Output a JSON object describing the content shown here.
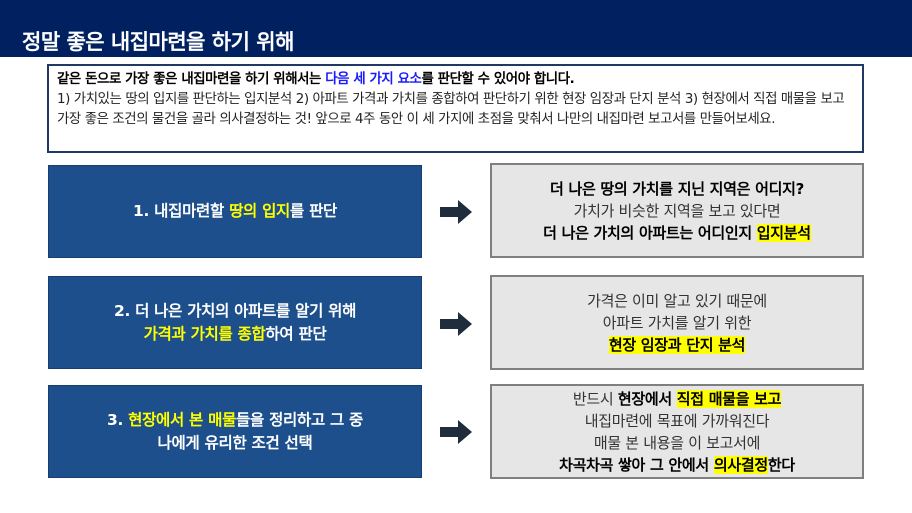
{
  "title": "정말 좋은 내집마련을 하기 위해",
  "intro": {
    "lead_a": "같은 돈으로 가장 좋은 내집마련을 하기 위해서는 ",
    "lead_blue": "다음 세 가지 요소",
    "lead_b": "를 판단할 수 있어야 합니다.",
    "body": "1) 가치있는 땅의 입지를 판단하는 입지분석 2) 아파트 가격과 가치를 종합하여 판단하기 위한 현장 임장과 단지 분석 3) 현장에서 직접 매물을 보고 가장 좋은 조건의 물건을 골라 의사결정하는 것! 앞으로 4주 동안 이 세 가지에 초점을 맞춰서 나만의 내집마련 보고서를 만들어보세요."
  },
  "steps": [
    {
      "left": {
        "a": "1. 내집마련할 ",
        "y": "땅의 입지",
        "b": "를 판단"
      },
      "right": {
        "l1": "더 나은 땅의 가치를 지닌 지역은 어디지?",
        "l2": "가치가 비슷한 지역을 보고 있다면",
        "l3a": "더 나은 가치의 아파트는 어디인지 ",
        "l3h": "입지분석"
      }
    },
    {
      "left": {
        "a": "2. 더 나은 가치의 아파트를 알기 위해",
        "y": "가격과 가치를 종합",
        "b": "하여 판단"
      },
      "right": {
        "l1": "가격은 이미 알고 있기 때문에",
        "l2": "아파트 가치를 알기 위한",
        "l3h": "현장 임장과 단지 분석"
      }
    },
    {
      "left": {
        "a": "3. ",
        "y": "현장에서 본 매물",
        "b": "들을 정리하고 그 중",
        "c": "나에게 유리한 조건 선택"
      },
      "right": {
        "l1a": "반드시 ",
        "l1b": "현장에서 ",
        "l1h": "직접 매물을 보고",
        "l2": "내집마련에 목표에 가까워진다",
        "l3": "매물 본 내용을 이 보고서에",
        "l4a": "차곡차곡 쌓아 그 안에서 ",
        "l4h": "의사결정",
        "l4b": "한다"
      }
    }
  ],
  "colors": {
    "title_bar": "#002060",
    "step_box": "#1c4f8b",
    "highlight": "#ffff00"
  }
}
